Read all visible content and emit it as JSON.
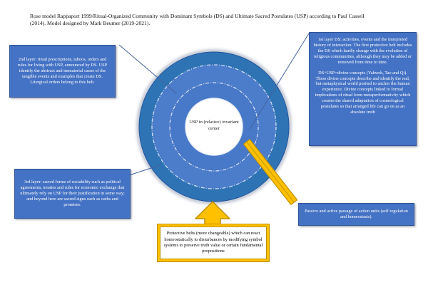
{
  "page": {
    "title": "Rose model Rappaport 1999/Ritual-Organized Community with Dominant Symbols (DS) and Ultimate Sacred Postulates (USP) according to Paul Cassell (2014). Model designed by Mark Beumer (2019-2021)."
  },
  "diagram": {
    "center_label": "USP in (relative) invariant center",
    "boxes": {
      "second_layer": {
        "text": "2nd layer: ritual prescriptions, taboos, orders and rules for living with USP, announced by DS. USP identify the abstract and immaterial cause of the tangible events and examples that create DS. Liturgical orders belong to this belt."
      },
      "first_layer": {
        "para1": "1st layer DS: activities, events and the interpreted history of interaction. The first protective belt includes the DS which hardly change with the evolution of religious communities, although they may be added or removed from time to time.",
        "para2": "DS+USP=divine concepts (Yahweh, Tao and Qi). These divine concepts describe and identify the real, but metaphysical world posited to anchor the human experience. Divine concepts linked to formal implications of ritual form metaperformativity which creates the shared adaptation of cosmological postulates so that arranged life can go on as an absolute truth"
      },
      "third_layer": {
        "text": "3rd layer: sacred forms of sociability such as political agreements, treaties and rules for economic exchange that ultimately rely on USP for their justification in some way; and beyond here are sacred signs such as oaths and promises."
      },
      "passage": {
        "text": "Passive and active passage of action units (self regulation and homeostasis)."
      },
      "protective_belts": {
        "text": "Protective belts (more changeable) which can react homeostatically to disturbances by modifying symbol systems to preserve truth value or certain fundamental propositions"
      }
    },
    "colors": {
      "outer_belt": "#2E74B5",
      "inner_belts": "#4C7DCB",
      "belt_divider": "#D9E2F3",
      "center_fill": "#FFFFFF",
      "box_fill": "#4472C4",
      "box_border": "#2F5496",
      "accent_yellow": "#FFC000",
      "accent_yellow_border": "#BF9000",
      "connector_line": "#44639E"
    }
  }
}
